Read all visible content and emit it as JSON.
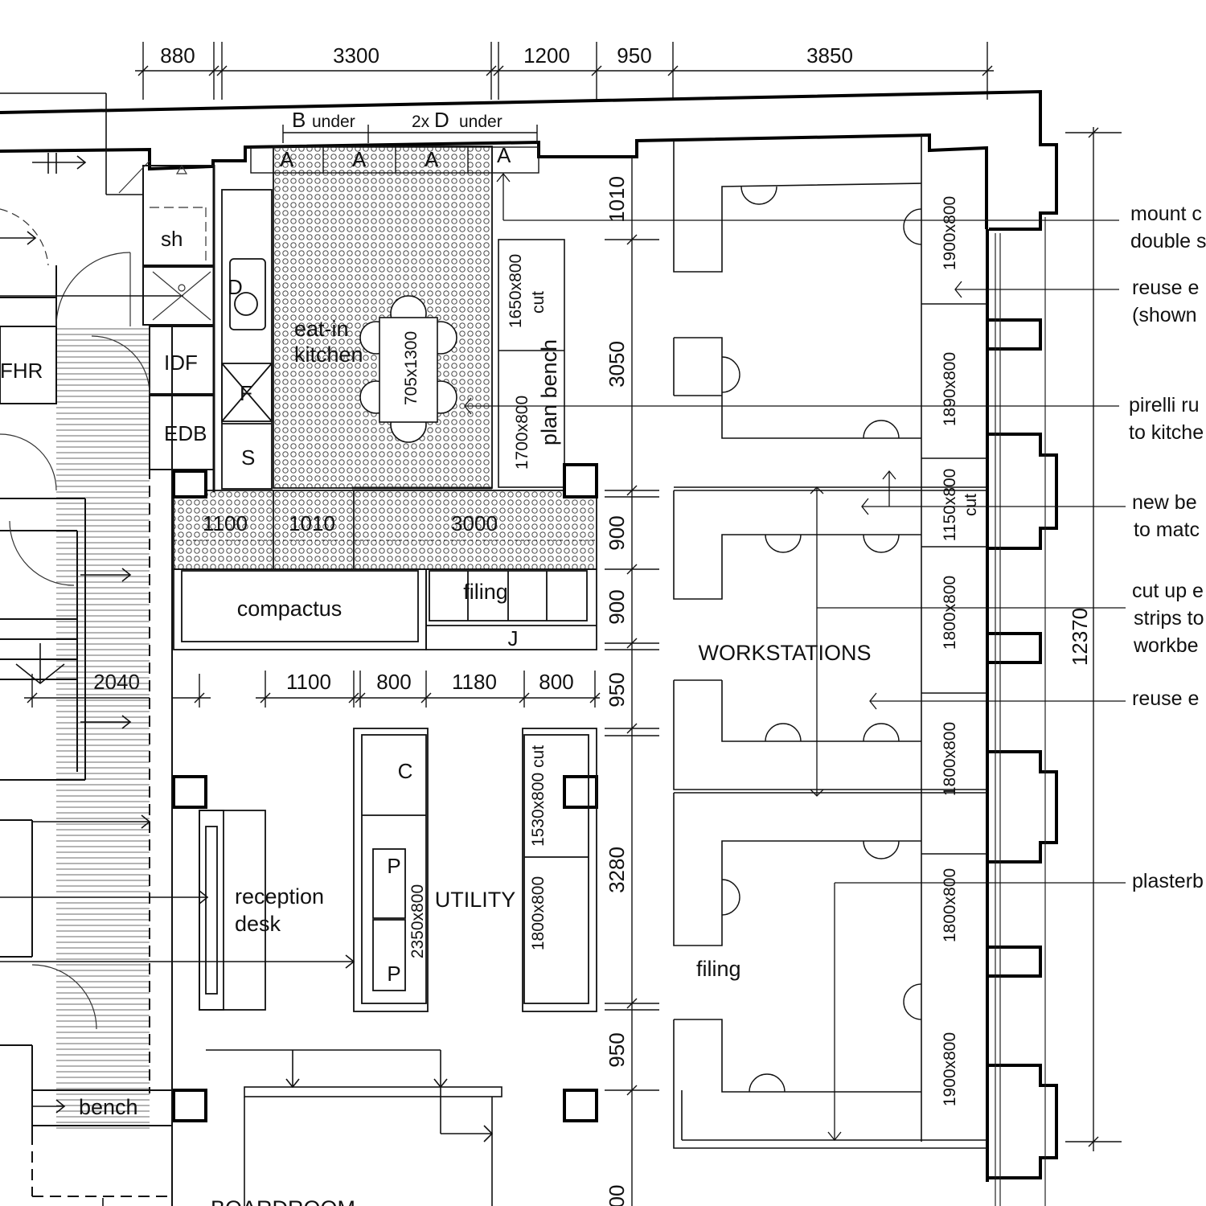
{
  "top_dims": [
    "880",
    "3300",
    "1200",
    "950",
    "3850"
  ],
  "counter_labels": {
    "b_under": "B",
    "b_under_suffix": "under",
    "d_under_prefix": "2x",
    "d_under": "D",
    "d_under_suffix": "under",
    "a": "A"
  },
  "kitchen": {
    "label_line1": "eat-in",
    "label_line2": "kitchen",
    "table": "705x1300",
    "bench_label": "plan bench",
    "bench_upper": "1650x800",
    "bench_upper_cut": "cut",
    "bench_lower": "1700x800",
    "sink_label": "D",
    "fridge_label": "F",
    "store_label": "S"
  },
  "rooms": {
    "fhr": "FHR",
    "idf": "IDF",
    "edb": "EDB",
    "sh": "sh",
    "workstations": "WORKSTATIONS",
    "utility": "UTILITY",
    "reception_line1": "reception",
    "reception_line2": "desk",
    "compactus": "compactus",
    "filing_top": "filing",
    "filing_bottom": "filing",
    "bench": "bench",
    "boardroom": "BOARDROOM",
    "j": "J",
    "c": "C",
    "p1": "P",
    "p2": "P"
  },
  "kitchen_dims": [
    "1100",
    "1010",
    "3000"
  ],
  "mid_dims": [
    "2040",
    "1100",
    "800",
    "1180",
    "800"
  ],
  "utility_dims": {
    "left_unit": "2350x800",
    "right_upper": "1530x800 cut",
    "right_lower": "1800x800"
  },
  "vertical_dims": [
    "1010",
    "3050",
    "900",
    "900",
    "950",
    "3280",
    "950",
    "00"
  ],
  "overall_dim": "12370",
  "workbench_labels": [
    "1900x800",
    "1890x800",
    "1150x800",
    "cut",
    "1800x800",
    "1800x800",
    "1800x800",
    "1900x800"
  ],
  "notes": [
    {
      "line1": "mount c",
      "line2": "double s"
    },
    {
      "line1": "reuse e",
      "line2": "(shown"
    },
    {
      "line1": "pirelli ru",
      "line2": "to kitche"
    },
    {
      "line1": "new be",
      "line2": "to matc"
    },
    {
      "line1": "cut up e",
      "line2": "strips to",
      "line3": "workbe"
    },
    {
      "line1": "reuse e"
    },
    {
      "line1": "plasterb"
    }
  ]
}
